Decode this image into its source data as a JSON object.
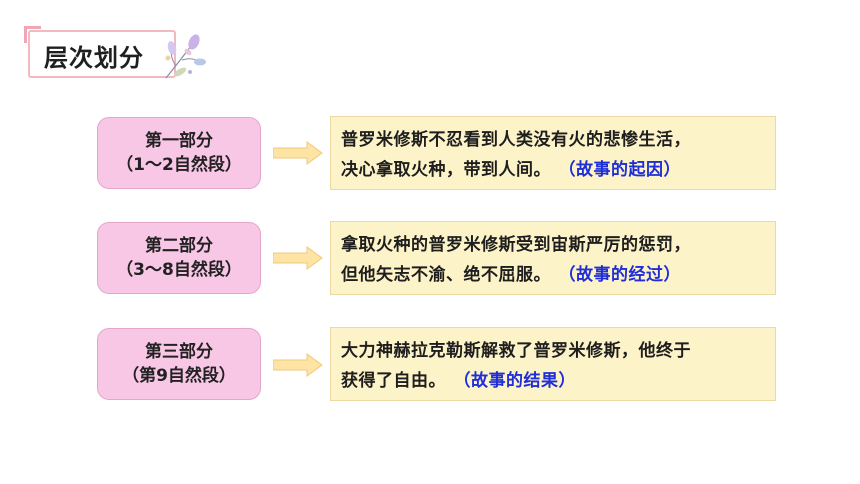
{
  "header": {
    "title": "层次划分",
    "decoration": "flower-icon"
  },
  "colors": {
    "part_bg": "#f9c7e6",
    "desc_bg": "#fdf3c9",
    "tag": "#1f2ed8",
    "arrow": "#fde3a4",
    "title_border": "#f2b9c3"
  },
  "parts": [
    {
      "name": "第一部分",
      "range": "（1～2自然段）",
      "line1": "普罗米修斯不忍看到人类没有火的悲惨生活，",
      "line2": "决心拿取火种，带到人间。",
      "tag": "（故事的起因）"
    },
    {
      "name": "第二部分",
      "range": "（3～8自然段）",
      "line1": "拿取火种的普罗米修斯受到宙斯严厉的惩罚，",
      "line2": "但他矢志不渝、绝不屈服。",
      "tag": "（故事的经过）"
    },
    {
      "name": "第三部分",
      "range": "（第9自然段）",
      "line1": "大力神赫拉克勒斯解救了普罗米修斯，他终于",
      "line2": "获得了自由。",
      "tag": "（故事的结果）"
    }
  ]
}
